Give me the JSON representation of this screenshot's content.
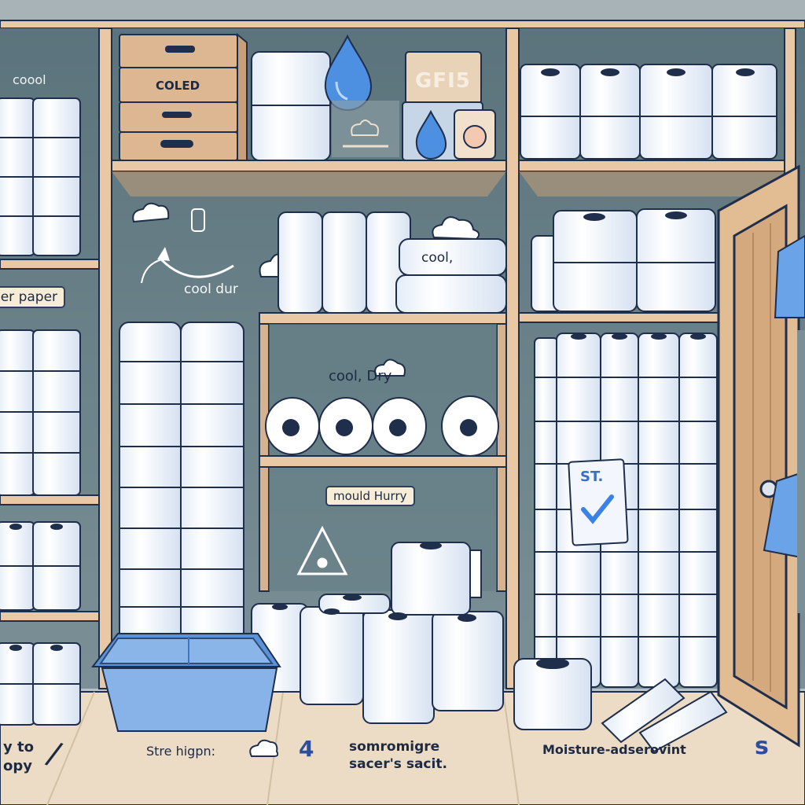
{
  "labels": {
    "cool_top_left": "coool",
    "box_label": "COLED",
    "gift_jar": "GFI5",
    "paper_tag": "ler paper",
    "cool_dur": "cool dur",
    "cool_roll": "cool,",
    "cool_dry": "cool, Dry",
    "mould_tag": "mould Hurry",
    "note_st": "ST.",
    "bottom_left_1": "y to",
    "bottom_left_2": "opy",
    "store_high": "Stre higpn:",
    "number_4": "4",
    "bottom_middle_1": "somromigre",
    "bottom_middle_2": "sacer's sacit.",
    "moisture": "Moisture-adserovint",
    "number_5": "s"
  },
  "colors": {
    "wall": "#4c6670",
    "shelf_wood": "#e9c9a5",
    "shelf_edge": "#c79f78",
    "roll_white": "#ffffff",
    "roll_shadow": "#cfdcef",
    "outline": "#1f2e4a",
    "accent_blue": "#4d8fe0",
    "floor": "#ecdcc6",
    "cardboard": "#dcb792"
  },
  "icons": {
    "water_drop": "water-drop-icon",
    "cloud": "cloud-icon",
    "warning": "warning-triangle-icon",
    "checkmark": "checkmark-icon",
    "door_knob": "door-knob-icon"
  }
}
